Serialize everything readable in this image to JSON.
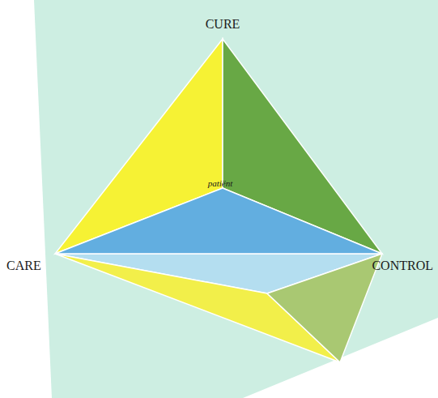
{
  "diagram": {
    "labels": [
      "CURE",
      "CARE",
      "CONTROL",
      "patiënt"
    ]
  }
}
